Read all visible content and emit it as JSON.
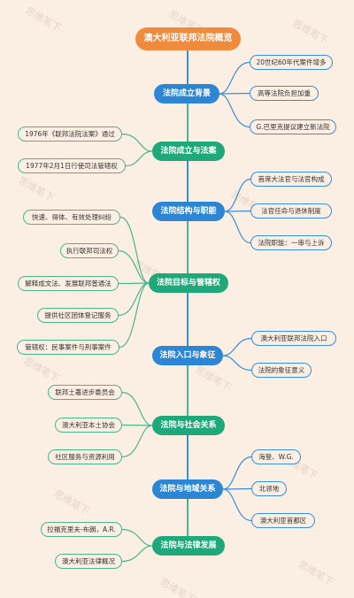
{
  "root": {
    "title": "澳大利亚联邦法院概览"
  },
  "watermark_text": "思维笔下",
  "colors": {
    "root": "#f08a3c",
    "blue": "#2d86d4",
    "green": "#1fa87a",
    "line_blue": "#3a8fd8",
    "line_green": "#4bb68c"
  },
  "branches": [
    {
      "label": "法院成立背景",
      "leaves": [
        "20世纪60年代案件增多",
        "高等法院负担加重",
        "G.巴里克提议建立新法院"
      ]
    },
    {
      "label": "法院成立与法案",
      "leaves": [
        "1976年《联邦法院法案》通过",
        "1977年2月1日行使司法管辖权"
      ]
    },
    {
      "label": "法院结构与职能",
      "leaves": [
        "首席大法官与法官构成",
        "法官任命与退休制度",
        "法院职能：一审与上诉"
      ]
    },
    {
      "label": "法院目标与管辖权",
      "leaves": [
        "快速、得体、有效处理纠纷",
        "执行联邦司法权",
        "解释成文法、发展联邦普通法",
        "提供社区团体登记服务",
        "管辖权：民事案件与刑事案件"
      ]
    },
    {
      "label": "法院入口与象征",
      "leaves": [
        "澳大利亚联邦法院入口",
        "法院的象征意义"
      ]
    },
    {
      "label": "法院与社会关系",
      "leaves": [
        "联邦土著进步委员会",
        "澳大利亚本土协会",
        "社区服务与资源利用"
      ]
    },
    {
      "label": "法院与地域关系",
      "leaves": [
        "海登、W.G.",
        "北领地",
        "澳大利亚首都区"
      ]
    },
    {
      "label": "法院与法律发展",
      "leaves": [
        "拉福克里夫-布朗，A.R.",
        "澳大利亚法律概况"
      ]
    }
  ]
}
